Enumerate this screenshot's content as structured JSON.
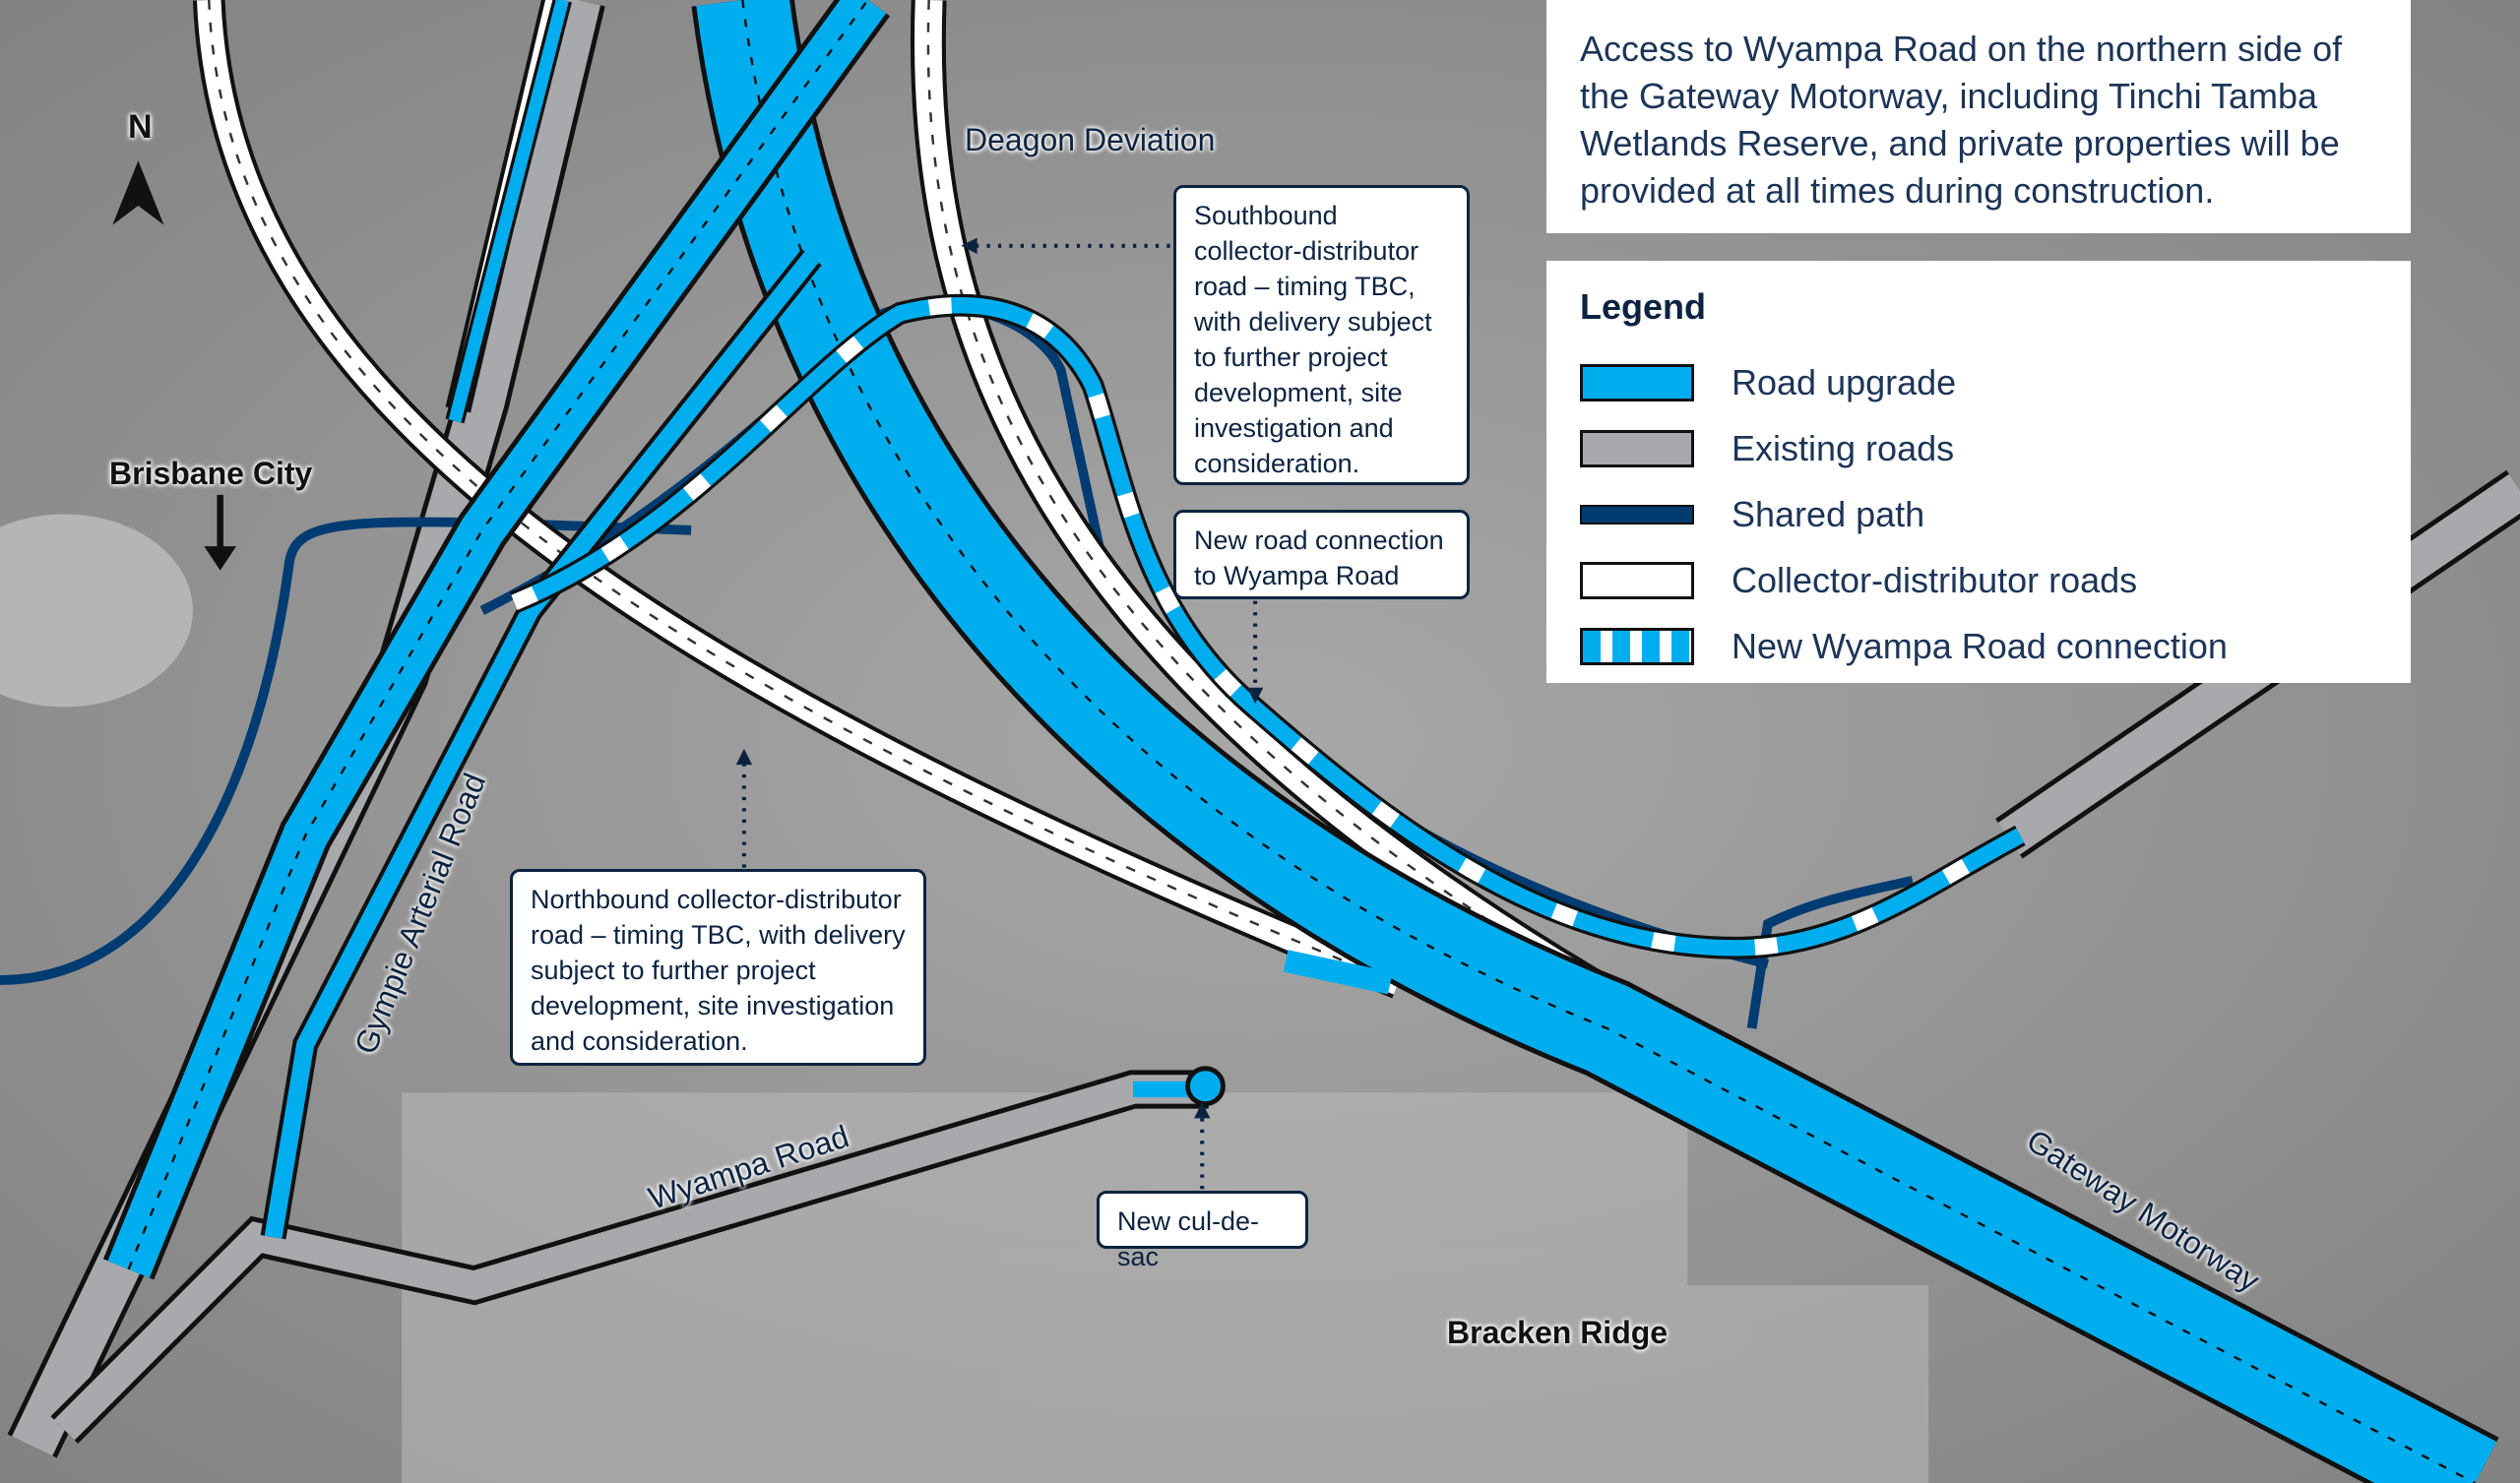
{
  "intro_note": "Access to Wyampa Road on the northern side of the Gateway Motorway, including Tinchi Tamba Wetlands Reserve, and private properties will be provided at all times during construction.",
  "legend": {
    "title": "Legend",
    "items": [
      {
        "label": "Road upgrade",
        "color": "#00aeef"
      },
      {
        "label": "Existing roads",
        "color": "#a7a9ac"
      },
      {
        "label": "Shared path",
        "color": "#003b71"
      },
      {
        "label": "Collector-distributor roads",
        "color": "#ffffff"
      },
      {
        "label": "New Wyampa Road connection",
        "color": "#00aeef"
      }
    ]
  },
  "callouts": {
    "southbound": "Southbound collector-distributor road – timing TBC, with delivery subject to further project development, site investigation and consideration.",
    "new_connection": "New road connection to Wyampa Road",
    "northbound": "Northbound collector-distributor road – timing TBC, with delivery subject to further project development, site investigation and consideration.",
    "cul_de_sac": "New cul-de-sac"
  },
  "map_labels": {
    "north": "N",
    "brisbane_city": "Brisbane City",
    "deagon_deviation": "Deagon Deviation",
    "gympie_arterial": "Gympie Arterial Road",
    "wyampa_road": "Wyampa Road",
    "gateway_motorway": "Gateway Motorway",
    "bracken_ridge": "Bracken Ridge"
  }
}
